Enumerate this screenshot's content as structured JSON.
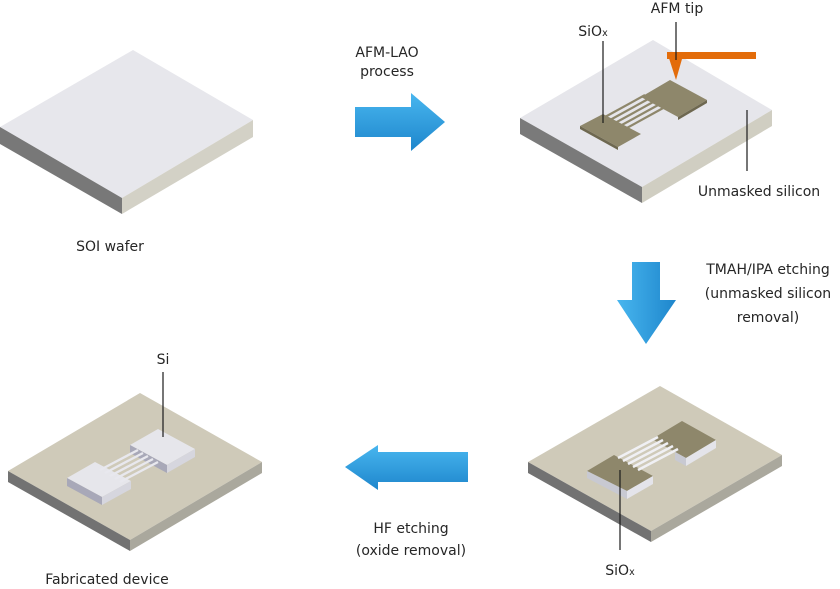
{
  "title": "AFM-LAO nanowire fabrication process flow",
  "colors": {
    "arrow_blue": "#2f9fe0",
    "afm_tip_orange": "#e36c0a",
    "silicon_top": "#e6e6ea",
    "silicon_side_left": "#7c7c7c",
    "silicon_side_right": "#cfcdc1",
    "box_oxide_top": "#cfcab8",
    "oxide_mask": "#8b8468"
  },
  "stages": {
    "soi_wafer": {
      "caption": "SOI wafer"
    },
    "afm_patterning": {
      "labels": {
        "oxide_base": "SiO",
        "oxide_sub": "x",
        "tip": "AFM tip",
        "unmasked": "Unmasked silicon"
      }
    },
    "after_tmah": {
      "labels": {
        "oxide_base": "SiO",
        "oxide_sub": "x"
      }
    },
    "fabricated_device": {
      "caption": "Fabricated device",
      "labels": {
        "silicon": "Si"
      }
    }
  },
  "steps": [
    {
      "direction": "right",
      "lines": [
        "AFM-LAO",
        "process"
      ]
    },
    {
      "direction": "down",
      "lines": [
        "TMAH/IPA etching",
        "(unmasked silicon",
        "removal)"
      ]
    },
    {
      "direction": "left",
      "lines": [
        "HF etching",
        "(oxide removal)"
      ]
    }
  ]
}
